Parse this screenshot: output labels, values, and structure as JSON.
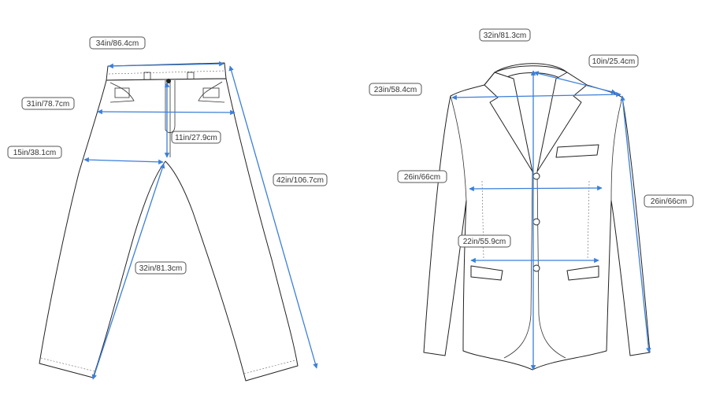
{
  "colors": {
    "measure_line": "#3b7fd9",
    "outline": "#222222",
    "label_border": "#555555",
    "background": "#ffffff"
  },
  "pants": {
    "labels": {
      "waist_width": "34in/86.4cm",
      "hip_width": "31in/78.7cm",
      "thigh_width": "15in/38.1cm",
      "front_rise": "11in/27.9cm",
      "outseam_length": "42in/106.7cm",
      "inseam_length": "32in/81.3cm"
    }
  },
  "jacket": {
    "labels": {
      "shoulder_width": "32in/81.3cm",
      "collar_width": "10in/25.4cm",
      "shoulder_seam": "23in/58.4cm",
      "chest_width": "26in/66cm",
      "sleeve_length": "26in/66cm",
      "waist_width": "22in/55.9cm"
    }
  }
}
